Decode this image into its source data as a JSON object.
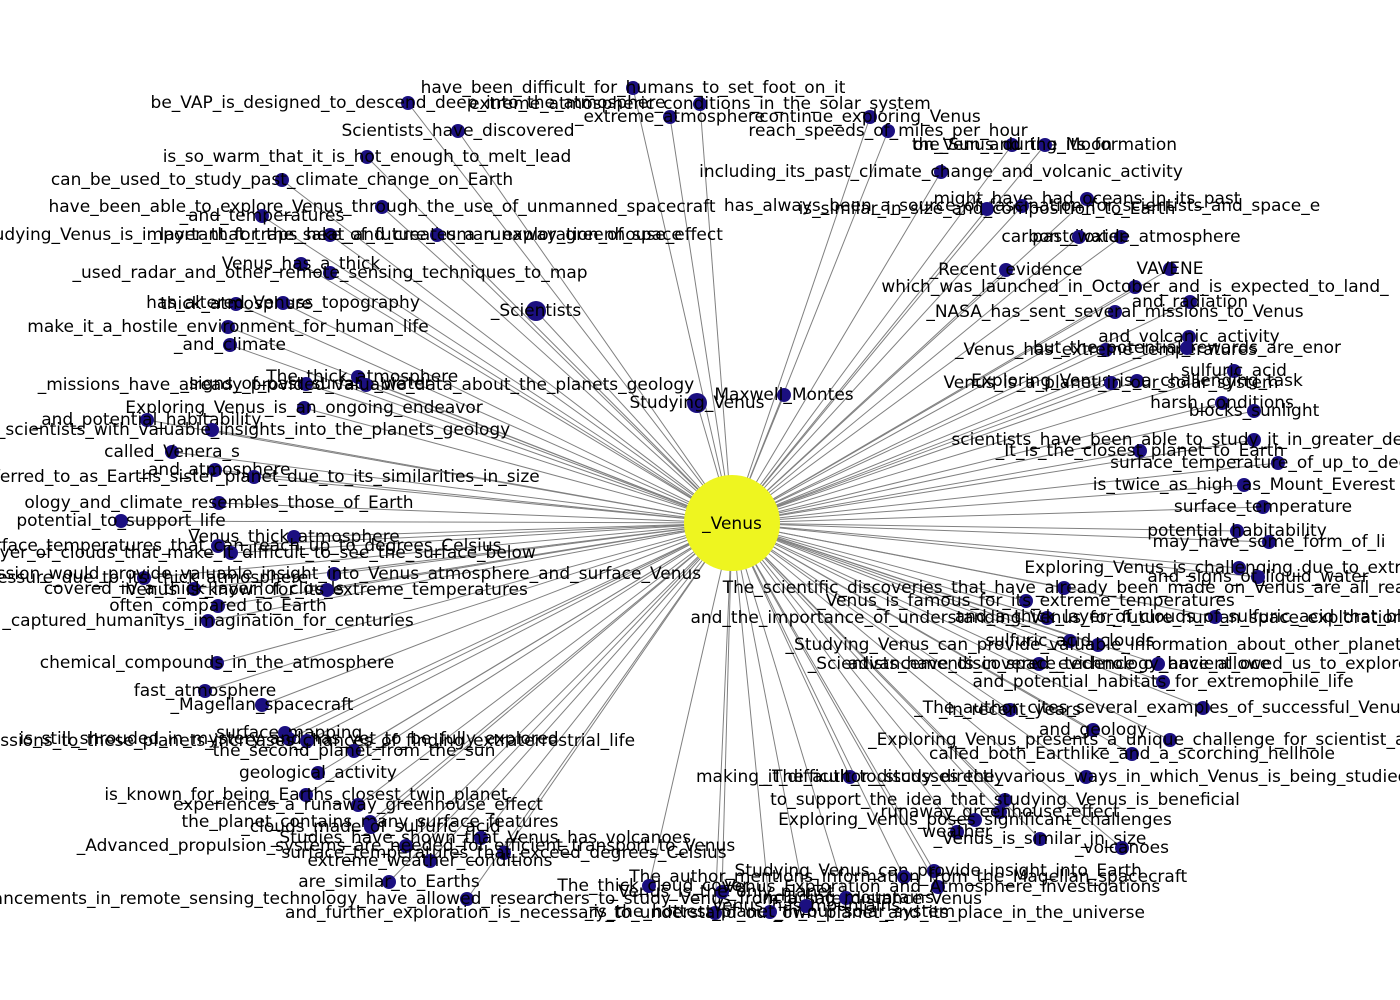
{
  "diagram": {
    "hub": "_Venus",
    "labels": [
      "be_VAP_is_designed_to_descend_deep_into_the_atmosphere",
      "have_been_able_to_explore_Venus_through_the_use_of_unmanned_spacecraft",
      "Scientists_have_discovered",
      "is_so_warm_that_it_is_hot_enough_to_melt_lead",
      "can_be_used_to_study_past_climate_change_on_Earth",
      "_and_temperatures",
      "studying_Venus_is_important_for_the_sake_of_future_human_exploration_of_space",
      "_layer_that_traps_heat_and_creates_a_runaway_greenhouse_effect",
      "Venus_has_a_thick",
      "_used_radar_and_other_remote_sensing_techniques_to_map",
      "thick_atmosphere",
      "has_altered_Venuss_topography",
      "make_it_a_hostile_environment_for_human_life",
      "_and_climate",
      "_The_thick_atmosphere",
      "_signs_of_past_surface_water",
      "_missions_have_already_provided_valuable_data_about_the_planets_geology",
      "Exploring_Venus_is_an_ongoing_endeavor",
      "_and_potential_habitability",
      "_provided_scientists_with_valuable_insights_into_the_planets_geology",
      "called_Venera_s",
      "_and_atmosphere",
      "_referred_to_as_Earths_sister_planet_due_to_its_similarities_in_size",
      "ology_and_climate_resembles_those_of_Earth",
      "potential_to_support_life",
      "Venus_thick_atmosphere",
      "and_surface_temperatures_that_can_reach_up_to_degrees_Celsius",
      "_thick_layer_of_clouds_that_make_it_difficult_to_see_the_surface_below",
      "pressure_due_to_its_thick_atmosphere",
      "_mission_would_provide_valuable_insight_into_Venus_atmosphere_and_surface_Venus",
      "covered_in_a_thick_layer_of_clouds",
      "Venus_is_known_for_its_extreme_temperatures",
      "often_compared_to_Earth",
      "_captured_humanitys_imagination_for_centuries",
      "chemical_compounds_in_the_atmosphere",
      "fast_atmosphere",
      "_Magellan_spacecraft",
      "_surface_mapping",
      "is_still_shrouded_in_mystery_and_has_yet_to_be_fully_explored",
      "missions_to_these_planets_increases_chances_of_finding_extraterrestrial_life",
      "the_second_planet_from_the_sun",
      "geological_activity",
      "is_known_for_being_Earths_closest_twin_planet",
      "experiences_a_runaway_greenhouse_effect",
      "the_planet_contains_many_surface_features",
      "_clouds_made_of_sulfuric_acid",
      "_Studies_have_shown_that_Venus_has_volcanoes",
      "_Advanced_propulsion_systems_are_needed_for_efficient_transport_to_Venus",
      "surface_temperatures_that_exceed_degrees_Celsius",
      "extreme_weather_conditions",
      "are_similar_to_Earths",
      "_Advancements_in_remote_sensing_technology_have_allowed_researchers_to_study_Venus_from_a_safe_distance_Venus",
      "and_further_exploration_is_necessary_to_understand_our_own_planet_and_its_place_in_the_universe",
      "have_been_difficult_for_humans_to_set_foot_on_it",
      "extreme_atmospheric_conditions_in_the_solar_system",
      "_extreme_atmosphere",
      "continue_exploring_Venus",
      "reach_speeds_of_miles_per_hour",
      "the_Sun_and_the_Moon",
      "including_its_past_climate_change_and_volcanic_activity",
      "on_Venus_during_its_formation",
      "might_have_had_oceans_in_its_past",
      "has_always_been_a_source_of_fascination_for_scientists_and_space_e",
      "is_similar_in_size_and_composition_to_Earth",
      "carbon_dioxide_atmosphere",
      "past_water",
      "_Recent_evidence",
      "VAVENE",
      "which_was_launched_in_October_and_is_expected_to_land_",
      "and_radiation",
      "_NASA_has_sent_several_missions_to_Venus",
      "and_volcanic_activity",
      "_Venus_has_extreme_temperatures",
      "but_the_potential_rewards_are_enor",
      "sulfuric_acid",
      "Exploring_Venus_is_a_challenging_task",
      "harsh_conditions",
      "blocks_sunlight",
      "_Scientists",
      "Studying_Venus",
      "Maxwell_Montes",
      "Venus_is_a_planet_in_our_solar_system",
      "scientists_have_been_able_to_study_it_in_greater_detail_than_any_of_t",
      "_It_is_the_closest_planet_to_Earth",
      "surface_temperature_of_up_to_degrees",
      "is_twice_as_high_as_Mount_Everest",
      "surface_temperature",
      "potential_habitability",
      "may_have_some_form_of_li",
      "Exploring_Venus_is_challenging_due_to_extreme_t",
      "and_signs_of_liquid_water",
      "The_scientific_discoveries_that_have_already_been_made_on_Venus_are_all_rea",
      "_Venus_is_famous_for_its_extreme_temperatures",
      "and_the_importance_of_understanding_Venus_for_future_human_space_exploration",
      "and_a_thick_layer_of_clouds_of_sulfuric_acid_that_blocks_mo",
      "sulfuric_acid_clouds",
      "_Studying_Venus_can_provide_valuable_information_about_other_planets",
      "_Scientists_have_discovered_evidence_of_ancient_oce",
      "advancements_in_space_technology_have_allowed_us_to_explore_Venus",
      "and_potential_habitats_for_extremophile_life",
      "_in_recent_years",
      "_The_author_cites_several_examples_of_successful_Venus_missions",
      "and_geology",
      "_Exploring_Venus_presents_a_unique_challenge_for_scientist_and_rese",
      "called_both_Earthlike_and_a_scorching_hellhole",
      "making_it_difficult_to_study_directly",
      "_The_author_discusses_the_various_ways_in_which_Venus_is_being_studied",
      "to_support_the_idea_that_studying_Venus_is_beneficial",
      "runaway_greenhouse_effect",
      "Exploring_Venus_poses_significant_challenges",
      "weather",
      "_Venus_is_similar_in_size",
      "_volcanoes",
      "_Studying_Venus_can_provide_insight_into_Earth",
      "_The_author_mentions_information_from_the_Magellan_spacecraft",
      "_Venus_Exploration_and_Atmosphere_Investigations",
      "including_mountains",
      "Venus_has_mountains",
      "_is_the_hottest_planet_in_our_solar_system",
      "_Venus_is_the_only_planet",
      "_The_thick_cloud_cover",
      "_Venus_has_active_volcanoes"
    ]
  }
}
